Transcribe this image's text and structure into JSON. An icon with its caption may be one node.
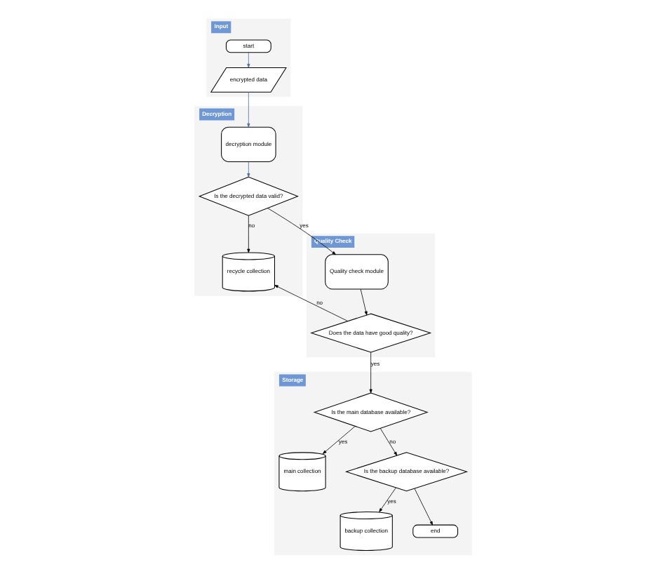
{
  "diagram": {
    "nodes": [
      {
        "text": [
          "Input"
        ]
      },
      {
        "text": [
          "start"
        ],
        "in": 0
      },
      {
        "text": [
          "encrypted data"
        ],
        "in": 0
      },
      {
        "text": [
          "Decryption"
        ]
      },
      {
        "text": [
          "decryption module"
        ],
        "in": 3
      },
      {
        "text": [
          "Is the decrypted data valid?"
        ],
        "in": 3
      },
      {
        "text": [
          "recycle collection"
        ],
        "in": 3
      },
      {
        "text": [
          "Quality Check"
        ]
      },
      {
        "text": [
          "Quality check module"
        ],
        "in": 7
      },
      {
        "text": [
          "Does the data have good quality?"
        ],
        "in": 7
      },
      {
        "text": [
          "Storage"
        ]
      },
      {
        "text": [
          "Is the main database available?"
        ],
        "in": 10
      },
      {
        "text": [
          "main collection"
        ],
        "in": 10
      },
      {
        "text": [
          "Is the backup database available?"
        ],
        "in": 10
      },
      {
        "text": [
          "backup collection"
        ],
        "in": 10
      },
      {
        "text": [
          "end"
        ],
        "in": 10
      }
    ],
    "edges": [
      {
        "from": 1,
        "to": 2,
        "arrow": "to",
        "color": "#4a6fa5"
      },
      {
        "from": 2,
        "to": 4,
        "arrow": "to",
        "color": "#4a6fa5"
      },
      {
        "from": 4,
        "to": 5,
        "arrow": "to",
        "color": "#4a6fa5"
      },
      {
        "from": 5,
        "to": 6,
        "arrow": "to",
        "label": "no"
      },
      {
        "from": 5,
        "to": 8,
        "arrow": "to",
        "label": "yes"
      },
      {
        "from": 8,
        "to": 9,
        "arrow": "to"
      },
      {
        "from": 9,
        "to": 6,
        "arrow": "to",
        "label": "no"
      },
      {
        "from": 9,
        "to": 11,
        "arrow": "to",
        "label": "yes"
      },
      {
        "from": 11,
        "to": 12,
        "arrow": "to",
        "label": "yes"
      },
      {
        "from": 11,
        "to": 13,
        "arrow": "to",
        "label": "no"
      },
      {
        "from": 13,
        "to": 14,
        "arrow": "to",
        "label": "yes"
      },
      {
        "from": 13,
        "to": 15,
        "arrow": "to"
      }
    ]
  }
}
